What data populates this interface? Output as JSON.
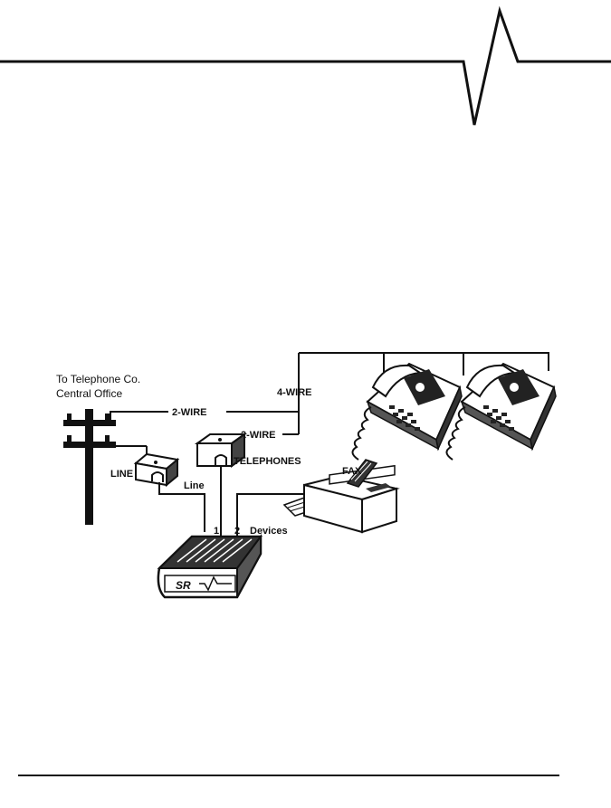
{
  "header_ornament": "pulse-line",
  "diagram": {
    "central_office_line1": "To Telephone Co.",
    "central_office_line2": "Central Office",
    "two_wire_top": "2-WIRE",
    "four_wire": "4-WIRE",
    "two_wire_mid": "2-WIRE",
    "telephones": "TELEPHONES",
    "fax": "FAX",
    "line_jack": "LINE",
    "line": "Line",
    "port_one": "1",
    "port_two": "2",
    "devices": "Devices",
    "device_logo": "SR"
  },
  "colors": {
    "ink": "#111111",
    "paper": "#ffffff",
    "shade": "#555555"
  }
}
